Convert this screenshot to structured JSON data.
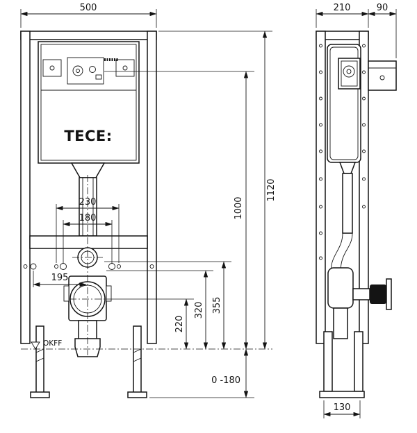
{
  "page": {
    "background": "#ffffff",
    "ink": "#141414"
  },
  "drawing": {
    "brand_logo": "TECE:",
    "floor_label": "OKFF",
    "dimensions": {
      "front_width": "500",
      "side_depth": "210",
      "wall_bracket_depth": "90",
      "total_height": "1120",
      "actuation_height": "1000",
      "fixing_span_outer": "230",
      "fixing_span_inner": "180",
      "outlet_offset": "195",
      "outlet_height": "220",
      "height_320": "320",
      "height_355": "355",
      "foot_adjustment_range": "0 -180",
      "foot_plate_depth": "130"
    }
  }
}
